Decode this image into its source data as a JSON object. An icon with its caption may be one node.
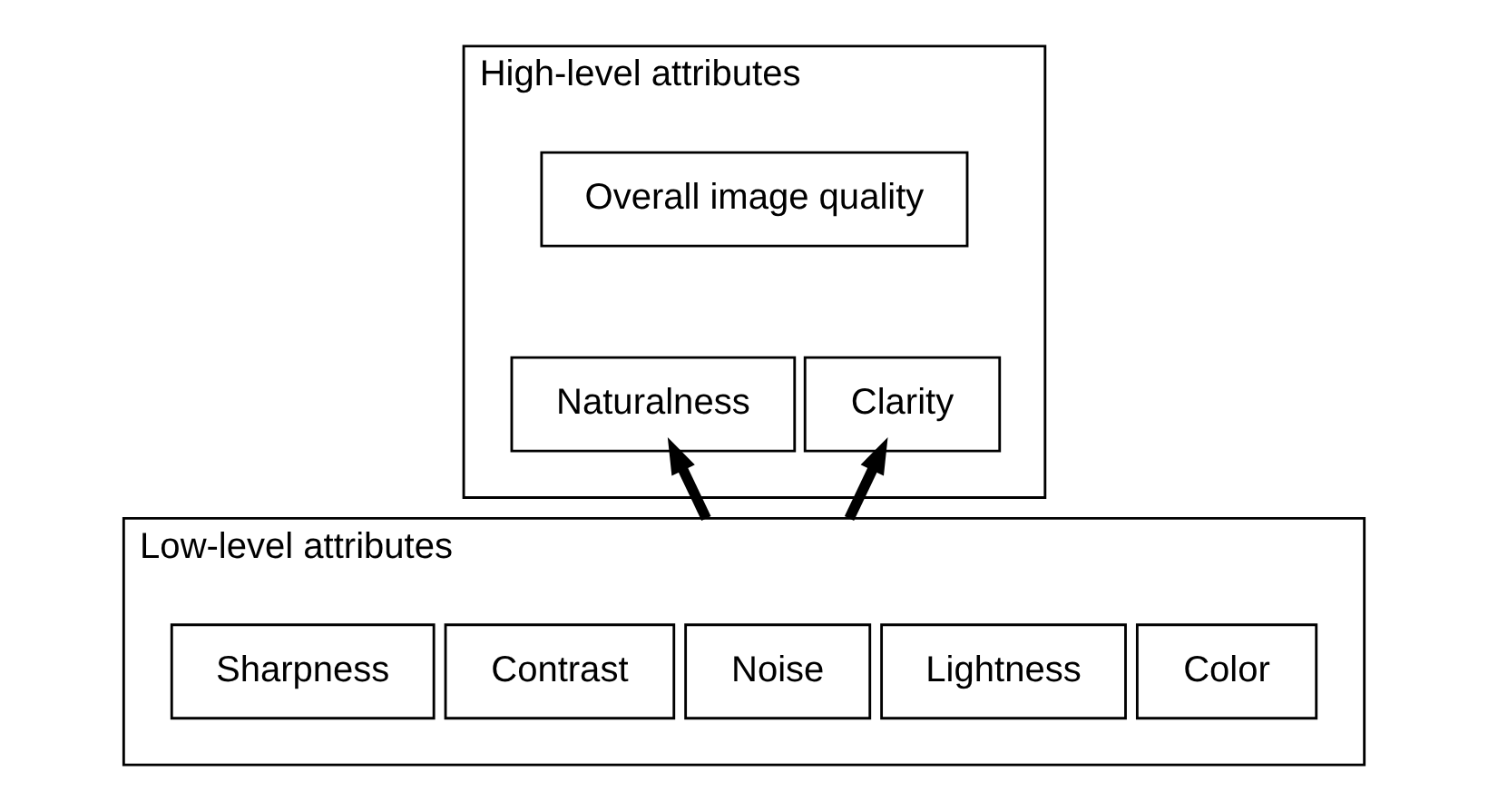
{
  "diagram": {
    "nodes": [
      {
        "text": [
          "High-level attributes"
        ]
      },
      {
        "text": [
          "Overall image quality"
        ],
        "in": 0
      },
      {
        "text": [
          "Naturalness"
        ],
        "in": 0
      },
      {
        "text": [
          "Clarity"
        ],
        "in": 0
      },
      {
        "text": [
          "Low-level attributes"
        ]
      },
      {
        "text": [
          "Sharpness"
        ],
        "in": 4
      },
      {
        "text": [
          "Contrast"
        ],
        "in": 4
      },
      {
        "text": [
          "Noise"
        ],
        "in": 4
      },
      {
        "text": [
          "Lightness"
        ],
        "in": 4
      },
      {
        "text": [
          "Color"
        ],
        "in": 4
      }
    ],
    "edges": [
      {
        "from": 4,
        "to": 2,
        "arrow": "to"
      },
      {
        "from": 4,
        "to": 3,
        "arrow": "to"
      }
    ]
  }
}
